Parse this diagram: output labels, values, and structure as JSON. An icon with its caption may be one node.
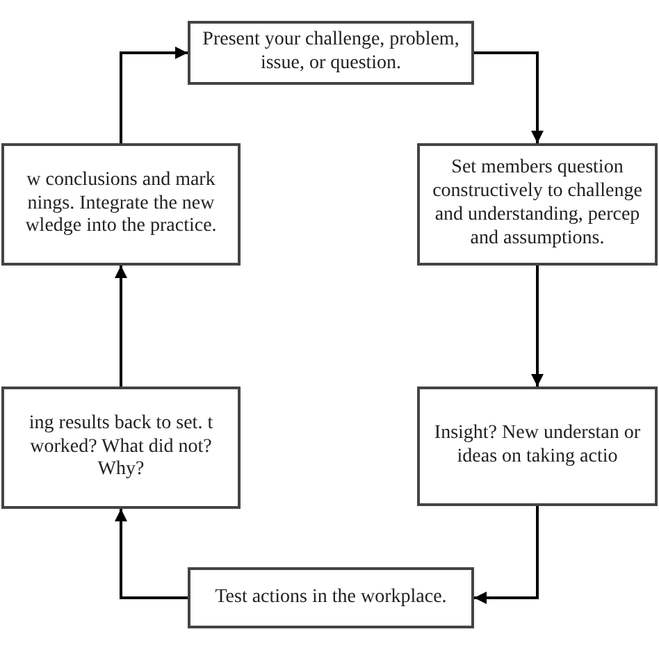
{
  "diagram": {
    "nodes": [
      {
        "text": [
          "Present your challenge, problem, issue, or question."
        ]
      },
      {
        "text": [
          "Set members question constructively to challenge and understanding, percep and assumptions."
        ]
      },
      {
        "text": [
          "Insight? New understan or ideas on taking actio"
        ]
      },
      {
        "text": [
          "Test actions in the workplace."
        ]
      },
      {
        "text": [
          "ing results back to set. t worked? What did not? Why?"
        ]
      },
      {
        "text": [
          "w conclusions and mark nings. Integrate the new wledge into the practice."
        ]
      }
    ],
    "edges": [
      {
        "from": 0,
        "to": 1,
        "arrow": "to"
      },
      {
        "from": 1,
        "to": 2,
        "arrow": "to"
      },
      {
        "from": 2,
        "to": 3,
        "arrow": "to"
      },
      {
        "from": 3,
        "to": 4,
        "arrow": "to"
      },
      {
        "from": 4,
        "to": 5,
        "arrow": "to"
      },
      {
        "from": 5,
        "to": 0,
        "arrow": "to"
      }
    ]
  }
}
